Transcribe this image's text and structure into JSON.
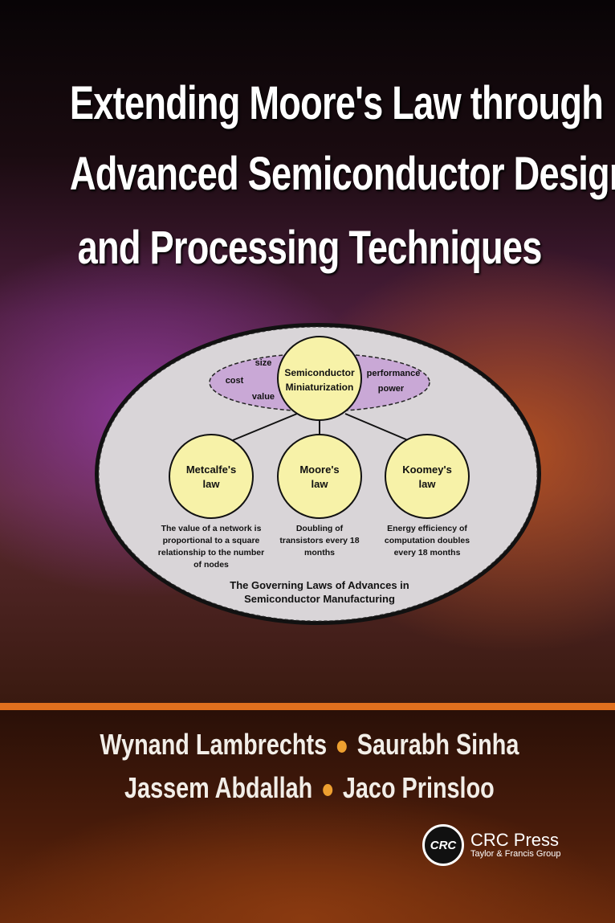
{
  "title": {
    "lines": [
      "Extending Moore's Law through",
      "Advanced Semiconductor Design",
      "and Processing Techniques"
    ]
  },
  "diagram": {
    "center": {
      "lines": [
        "Semiconductor",
        "Miniaturization"
      ]
    },
    "attributes": {
      "size": "size",
      "cost": "cost",
      "value": "value",
      "performance": "performance",
      "power": "power"
    },
    "laws": [
      {
        "name": [
          "Metcalfe's",
          "law"
        ],
        "desc": [
          "The value of a network is",
          "proportional to a square",
          "relationship to the number",
          "of nodes"
        ]
      },
      {
        "name": [
          "Moore's",
          "law"
        ],
        "desc": [
          "Doubling of",
          "transistors every 18",
          "months"
        ]
      },
      {
        "name": [
          "Koomey's",
          "law"
        ],
        "desc": [
          "Energy efficiency of",
          "computation doubles",
          "every 18 months"
        ]
      }
    ],
    "caption": [
      "The Governing Laws of Advances in",
      "Semiconductor Manufacturing"
    ]
  },
  "authors": {
    "row1": [
      "Wynand Lambrechts",
      "Saurabh Sinha"
    ],
    "row2": [
      "Jassem Abdallah",
      "Jaco Prinsloo"
    ]
  },
  "publisher": {
    "logo_text": "CRC",
    "name": "CRC Press",
    "group": "Taylor & Francis Group"
  },
  "colors": {
    "accent": "#e0701e",
    "bullet": "#eea030",
    "circle": "#f7f2a8",
    "ellipse": "#d9d5d8",
    "purple": "#c9a8d6"
  }
}
